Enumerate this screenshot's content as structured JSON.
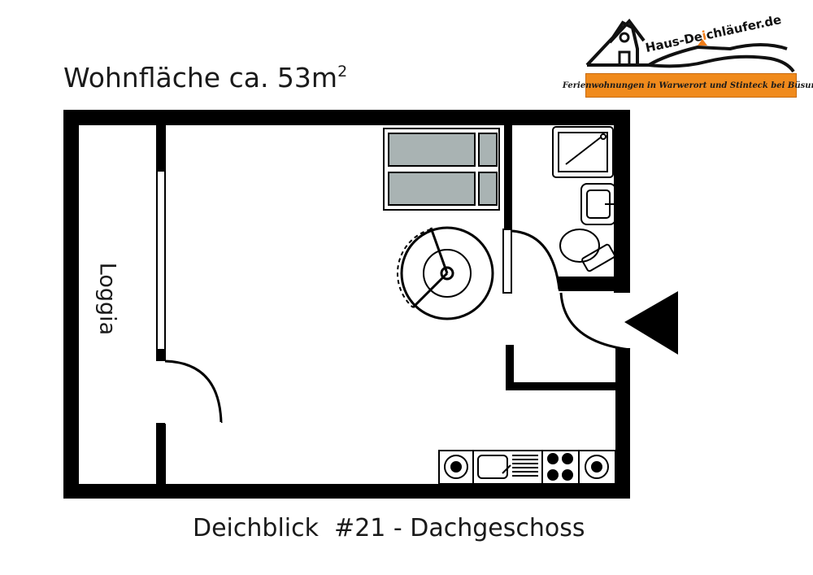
{
  "header": {
    "area_text": "Wohnfläche ca. 53m",
    "area_sup": "2"
  },
  "logo": {
    "site_prefix": "Haus-De",
    "site_accent": "i",
    "site_suffix": "chläufer.de",
    "tagline": "Ferienwohnungen in Warwerort und Stinteck bei Büsum",
    "colors": {
      "banner": "#f08a1c",
      "accent": "#f07d1a"
    }
  },
  "plan": {
    "loggia_label": "Loggia",
    "icons": [
      "bed-icon",
      "dining-table-icon",
      "shower-icon",
      "washbasin-icon",
      "toilet-icon",
      "entrance-arrow-icon",
      "kitchen-counter-icon"
    ]
  },
  "caption": "Deichblick  #21 - Dachgeschoss"
}
